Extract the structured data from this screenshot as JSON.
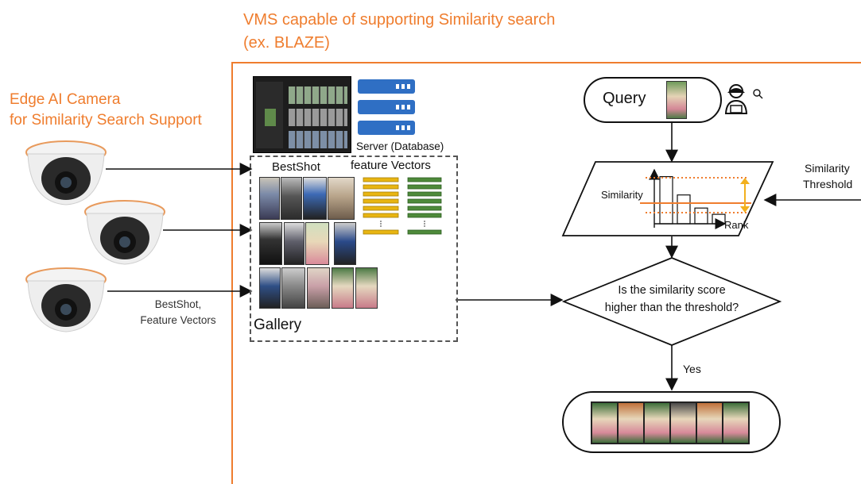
{
  "vms": {
    "title_line1": "VMS capable of supporting Similarity search",
    "title_line2": "(ex. BLAZE)"
  },
  "camera_section": {
    "title_line1": "Edge AI Camera",
    "title_line2": "for Similarity Search Support",
    "arrow_label_line1": "BestShot,",
    "arrow_label_line2": "Feature Vectors"
  },
  "server": {
    "label": "Server (Database)"
  },
  "gallery": {
    "label": "Gallery",
    "bestshot_label": "BestShot",
    "feature_vectors_label": "feature Vectors"
  },
  "flow": {
    "query_label": "Query",
    "similarity_axis_label": "Similarity",
    "rank_axis_label": "Rank",
    "threshold_line1": "Similarity",
    "threshold_line2": "Threshold",
    "decision_line1": "Is the similarity score",
    "decision_line2": "higher than the threshold?",
    "yes_label": "Yes"
  },
  "colors": {
    "accent": "#ef7d2e",
    "server_blue": "#2f6fc4",
    "vector_yellow": "#e8b512",
    "vector_green": "#4e8a3a",
    "threshold_arrow": "#f2b01e"
  },
  "chart_data": {
    "type": "bar",
    "xlabel": "Rank",
    "ylabel": "Similarity",
    "values": [
      0.9,
      0.55,
      0.3,
      0.18
    ]
  }
}
